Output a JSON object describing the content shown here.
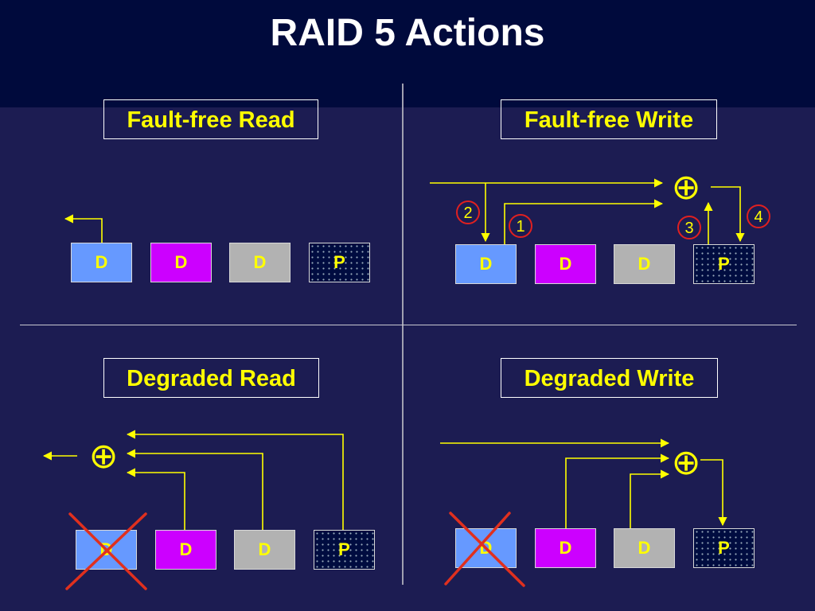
{
  "title": "RAID 5 Actions",
  "quadrants": {
    "fault_free_read": {
      "label": "Fault-free Read",
      "disks": [
        "D",
        "D",
        "D",
        "P"
      ]
    },
    "fault_free_write": {
      "label": "Fault-free Write",
      "disks": [
        "D",
        "D",
        "D",
        "P"
      ],
      "steps": [
        "1",
        "2",
        "3",
        "4"
      ]
    },
    "degraded_read": {
      "label": "Degraded Read",
      "disks": [
        "D",
        "D",
        "D",
        "P"
      ]
    },
    "degraded_write": {
      "label": "Degraded Write",
      "disks": [
        "D",
        "D",
        "D",
        "P"
      ]
    }
  },
  "symbols": {
    "xor": "⊕"
  },
  "colors": {
    "background": "#1c1c52",
    "title_band": "#000a3c",
    "arrow": "#ffff00",
    "disk_blue": "#6699ff",
    "disk_magenta": "#cc00ff",
    "disk_gray": "#b2b2b2",
    "parity": "#000c40",
    "step_circle": "#e02020",
    "failure_cross": "#e0301e"
  }
}
